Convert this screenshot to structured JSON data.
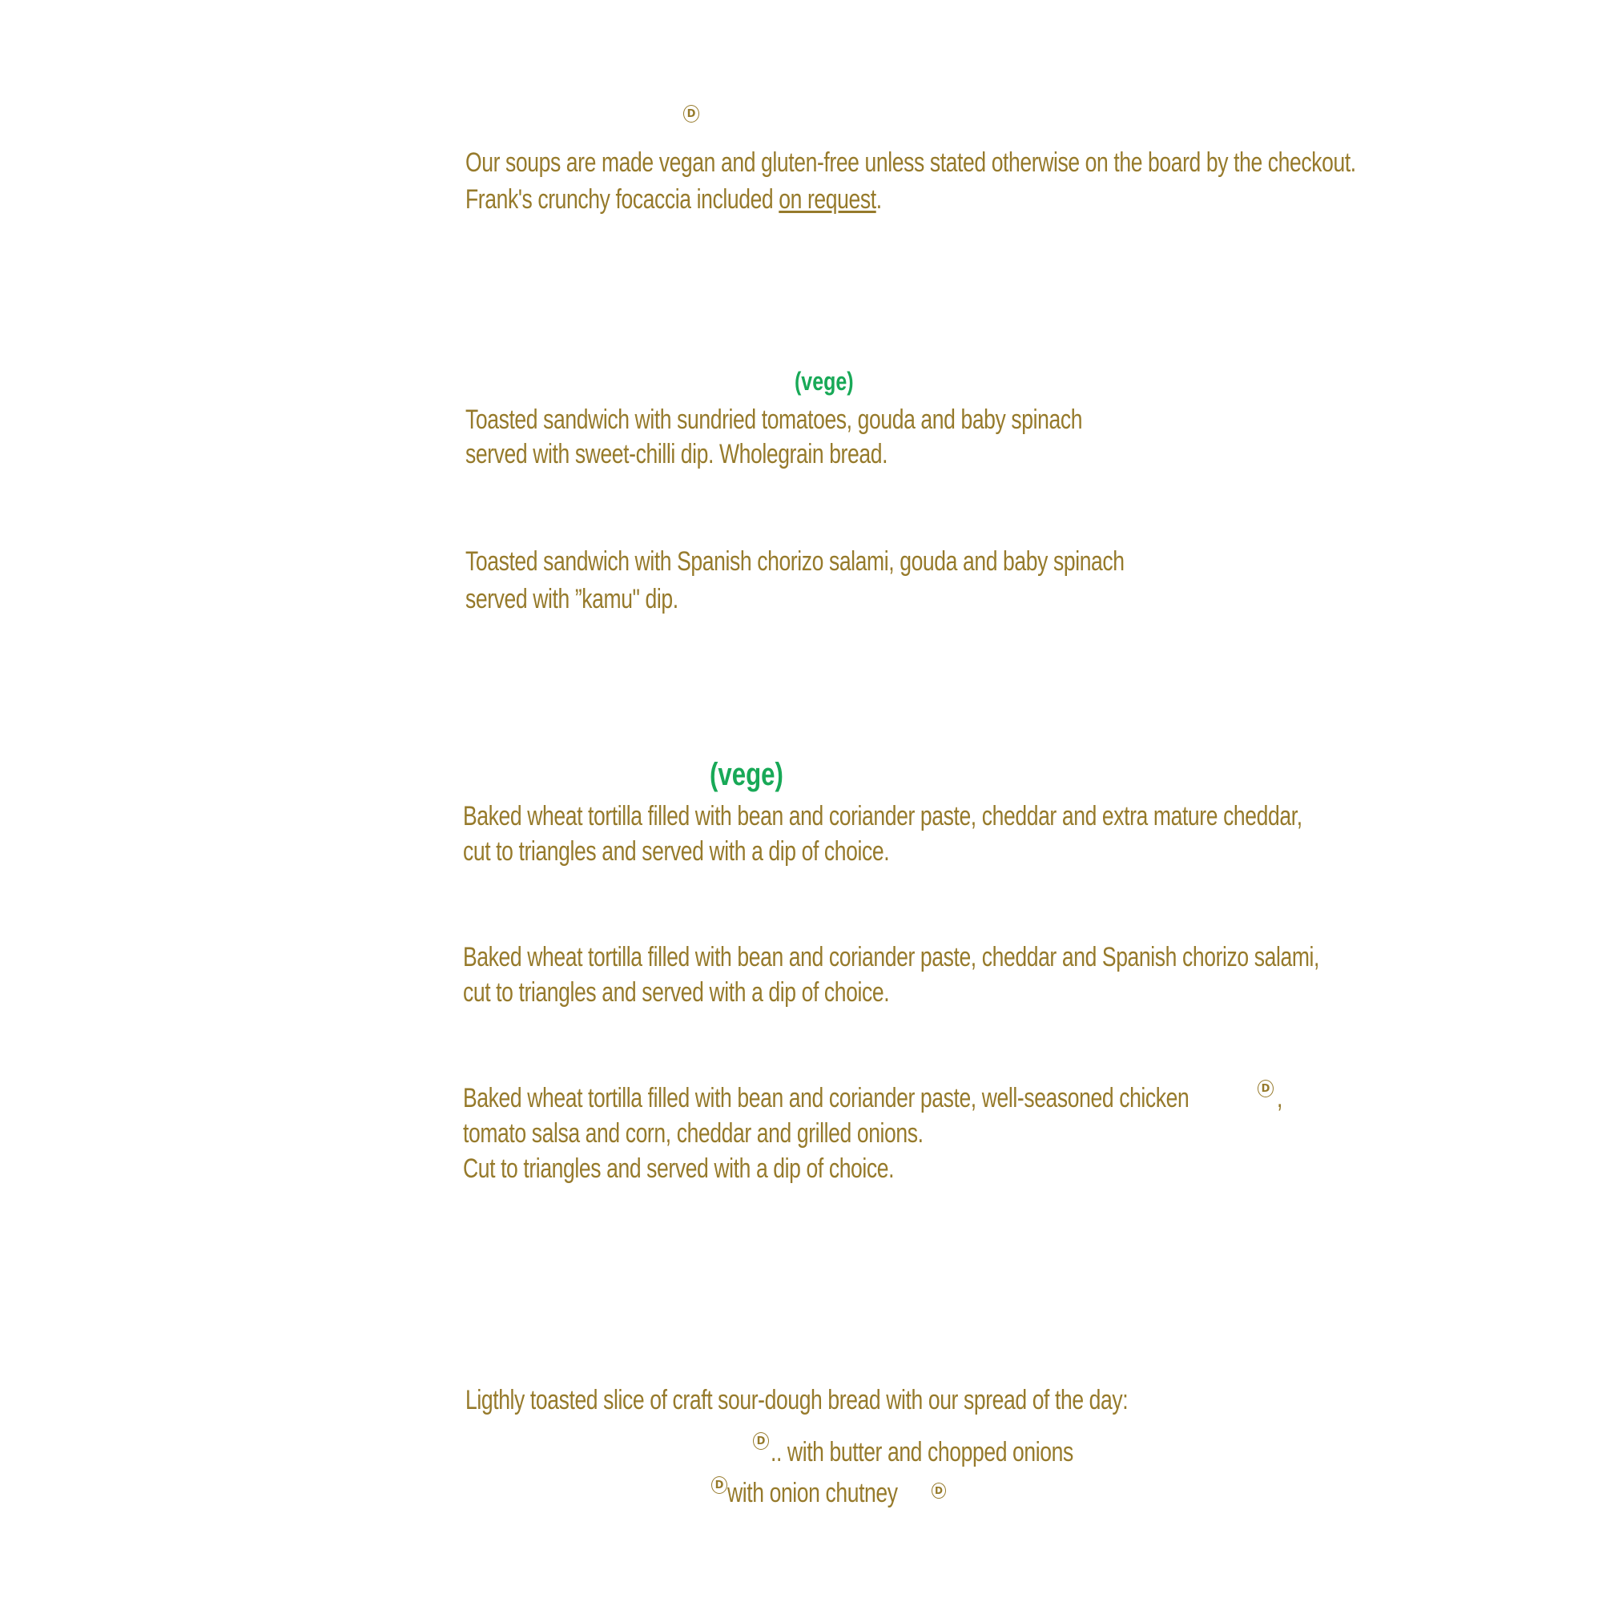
{
  "colors": {
    "text": "#967a2b",
    "vege_tag": "#18a957"
  },
  "mark_icon": {
    "name": "circled-d-icon",
    "glyph": "D"
  },
  "soups": {
    "note_line1": "Our soups are made vegan and gluten-free unless stated otherwise on the board by the checkout.",
    "note_line2_prefix": "Frank's crunchy focaccia included ",
    "note_line2_link": "on request",
    "note_line2_suffix": "."
  },
  "sandwiches": {
    "vege_tag": "(vege)",
    "item1_line1": "Toasted sandwich with sundried tomatoes, gouda and baby spinach",
    "item1_line2": "served with sweet-chilli dip. Wholegrain bread.",
    "item2_line1": "Toasted sandwich with Spanish chorizo salami, gouda and baby spinach",
    "item2_line2": "served with ”kamu\" dip."
  },
  "quesadillas": {
    "vege_tag": "(vege)",
    "item1_line1": "Baked wheat tortilla filled with bean and coriander paste, cheddar and extra mature cheddar,",
    "item1_line2": "cut to triangles and served with a dip of choice.",
    "item2_line1": "Baked wheat tortilla filled with bean and coriander paste, cheddar and Spanish chorizo salami,",
    "item2_line2": "cut to triangles and served with a dip of choice.",
    "item3_line1": "Baked wheat tortilla filled with bean and coriander paste, well-seasoned chicken",
    "item3_line1_suffix": ",",
    "item3_line2": "tomato salsa and corn, cheddar and grilled onions.",
    "item3_line3": "Cut to triangles and served with a dip of choice."
  },
  "toast": {
    "intro": "Ligthly toasted slice of craft sour-dough bread with our spread of the day:",
    "option1": ".. with butter and chopped onions",
    "option2": " with onion chutney"
  }
}
